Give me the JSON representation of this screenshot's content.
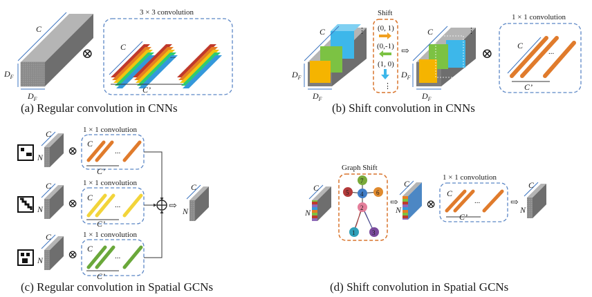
{
  "colors": {
    "rainbow": [
      "#c0392b",
      "#e67e22",
      "#f1c40f",
      "#7fbf3f",
      "#2ecc71",
      "#3498db"
    ],
    "orange_filter": "#e07b2c",
    "yellow_filter": "#f2d43a",
    "green_filter": "#6aa83a",
    "cube_gray": "#7a7a7a",
    "box_blue": "#5b86c5",
    "box_orange": "#d9742b",
    "node_colors": [
      "#2f9fb8",
      "#e47e9a",
      "#7a4a9c",
      "#3f7cc6",
      "#b33a3a",
      "#e08a2e",
      "#7aaa3a"
    ]
  },
  "panel_a": {
    "caption": "(a) Regular convolution in CNNs",
    "conv_label": "3 × 3 convolution",
    "c": "C",
    "df": "D",
    "df_sub": "F",
    "c_prime": "C’",
    "ellipsis": "...",
    "otimes": "⊗"
  },
  "panel_b": {
    "caption": "(b) Shift convolution in CNNs",
    "shift_title": "Shift",
    "shift_items": [
      "(0, 1)",
      "(0,-1)",
      "(1, 0)",
      "⋮"
    ],
    "conv_label": "1 × 1 convolution",
    "c": "C",
    "df": "D",
    "df_sub": "F",
    "c_prime": "C’",
    "arrow": "⇨",
    "otimes": "⊗",
    "ellipsis": "..."
  },
  "panel_c": {
    "caption": "(c) Regular convolution in Spatial GCNs",
    "conv_label": "1 × 1 convolution",
    "c": "C",
    "n": "N",
    "c_prime": "C’",
    "otimes": "⊗",
    "oplus": "⊕",
    "arrow": "⇨",
    "ellipsis": "..."
  },
  "panel_d": {
    "caption": "(d) Shift convolution in Spatial GCNs",
    "graph_title": "Graph Shift",
    "node_labels": [
      "1",
      "2",
      "3",
      "4",
      "5",
      "6",
      "7"
    ],
    "conv_label": "1 × 1 convolution",
    "c": "C",
    "n": "N",
    "c_prime": "C’",
    "arrow": "⇨",
    "otimes": "⊗",
    "ellipsis": "..."
  }
}
